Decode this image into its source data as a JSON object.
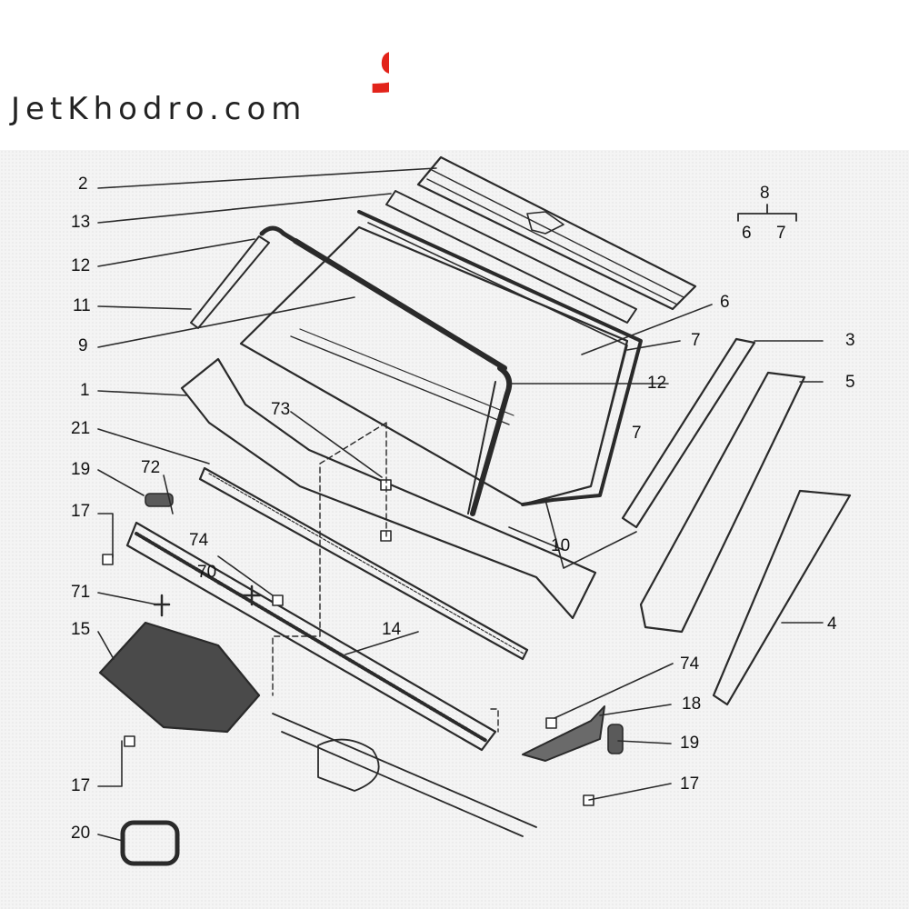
{
  "brand": {
    "logo_text": "جت‌خودرو",
    "url": "JetKhodro.com",
    "logo_color": "#e2231a"
  },
  "diagram": {
    "part_numbers": {
      "p1": "1",
      "p2": "2",
      "p3": "3",
      "p4": "4",
      "p5": "5",
      "p6": "6",
      "p7a": "7",
      "p7b": "7",
      "p9": "9",
      "p10": "10",
      "p11": "11",
      "p12a": "12",
      "p12b": "12",
      "p13": "13",
      "p14": "14",
      "p15": "15",
      "p17a": "17",
      "p17b": "17",
      "p17c": "17",
      "p18": "18",
      "p19a": "19",
      "p19b": "19",
      "p20": "20",
      "p21": "21",
      "p70": "70",
      "p71": "71",
      "p72": "72",
      "p73": "73",
      "p74a": "74",
      "p74b": "74"
    },
    "legend": {
      "parent": "8",
      "child_a": "6",
      "child_b": "7"
    }
  }
}
